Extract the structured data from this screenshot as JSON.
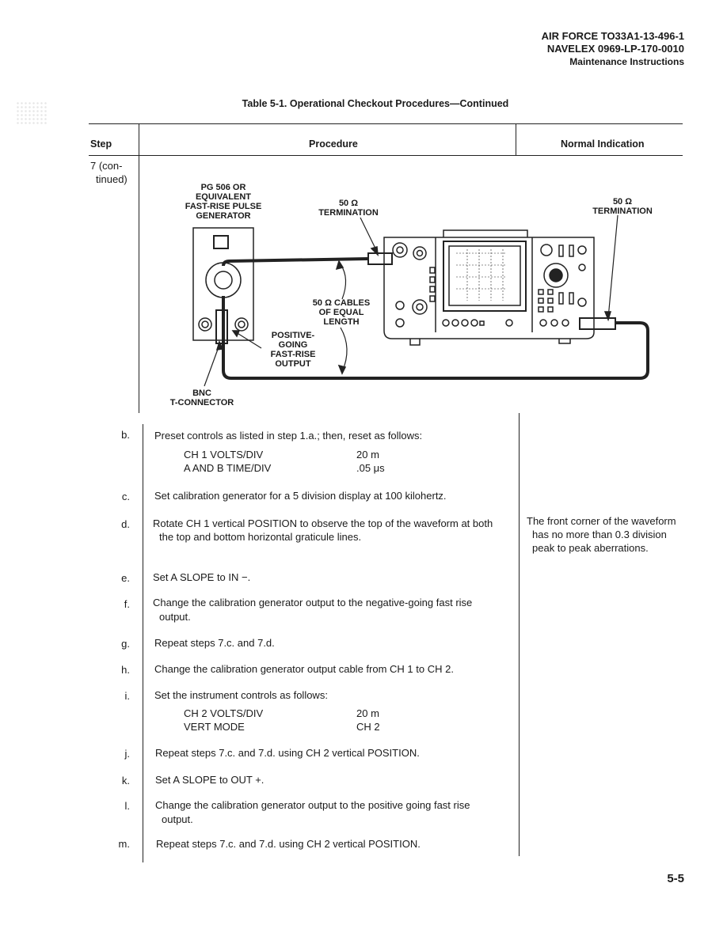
{
  "header": {
    "line1": "AIR FORCE  TO33A1-13-496-1",
    "line2": "NAVELEX  0969-LP-170-0010",
    "line3": "Maintenance Instructions"
  },
  "table": {
    "caption": "Table 5-1. Operational Checkout Procedures—Continued",
    "columns": {
      "step": "Step",
      "procedure": "Procedure",
      "normal": "Normal Indication"
    },
    "step7_label_line1": "7 (con-",
    "step7_label_line2": "tinued)"
  },
  "diagram": {
    "generator_label_l1": "PG 506 OR",
    "generator_label_l2": "EQUIVALENT",
    "generator_label_l3": "FAST-RISE PULSE",
    "generator_label_l4": "GENERATOR",
    "termination1_l1": "50 Ω",
    "termination1_l2": "TERMINATION",
    "termination2_l1": "50 Ω",
    "termination2_l2": "TERMINATION",
    "cables_l1": "50 Ω CABLES",
    "cables_l2": "OF EQUAL",
    "cables_l3": "LENGTH",
    "output_l1": "POSITIVE-",
    "output_l2": "GOING",
    "output_l3": "FAST-RISE",
    "output_l4": "OUTPUT",
    "connector_l1": "BNC",
    "connector_l2": "T-CONNECTOR"
  },
  "steps": {
    "b": {
      "label": "b.",
      "text": "Preset controls as listed in step 1.a.; then, reset as follows:",
      "settings": [
        {
          "name": "CH 1 VOLTS/DIV",
          "value": "20 m"
        },
        {
          "name": "A AND B TIME/DIV",
          "value": ".05 μs"
        }
      ]
    },
    "c": {
      "label": "c.",
      "text": "Set calibration generator for a 5 division display at 100 kilohertz."
    },
    "d": {
      "label": "d.",
      "text_l1": "Rotate CH 1 vertical POSITION to observe the top of the waveform at both",
      "text_l2": "the top and bottom horizontal graticule lines.",
      "normal_l1": "The front corner of the waveform",
      "normal_l2": "has no more than 0.3 division",
      "normal_l3": "peak to peak aberrations."
    },
    "e": {
      "label": "e.",
      "text": "Set A SLOPE to IN −."
    },
    "f": {
      "label": "f.",
      "text_l1": "Change the calibration generator output to the negative-going fast rise",
      "text_l2": "output."
    },
    "g": {
      "label": "g.",
      "text": "Repeat steps 7.c. and 7.d."
    },
    "h": {
      "label": "h.",
      "text": "Change the calibration generator output cable from CH 1 to CH 2."
    },
    "i": {
      "label": "i.",
      "text": "Set the instrument controls as follows:",
      "settings": [
        {
          "name": "CH 2 VOLTS/DIV",
          "value": "20 m"
        },
        {
          "name": "VERT MODE",
          "value": "CH 2"
        }
      ]
    },
    "j": {
      "label": "j.",
      "text": "Repeat steps 7.c. and 7.d. using CH 2 vertical POSITION."
    },
    "k": {
      "label": "k.",
      "text": "Set A SLOPE to OUT +."
    },
    "l": {
      "label": "l.",
      "text_l1": "Change the calibration generator output to the positive going fast rise",
      "text_l2": "output."
    },
    "m": {
      "label": "m.",
      "text": "Repeat steps 7.c. and 7.d. using CH 2 vertical POSITION."
    }
  },
  "page_number": "5-5"
}
